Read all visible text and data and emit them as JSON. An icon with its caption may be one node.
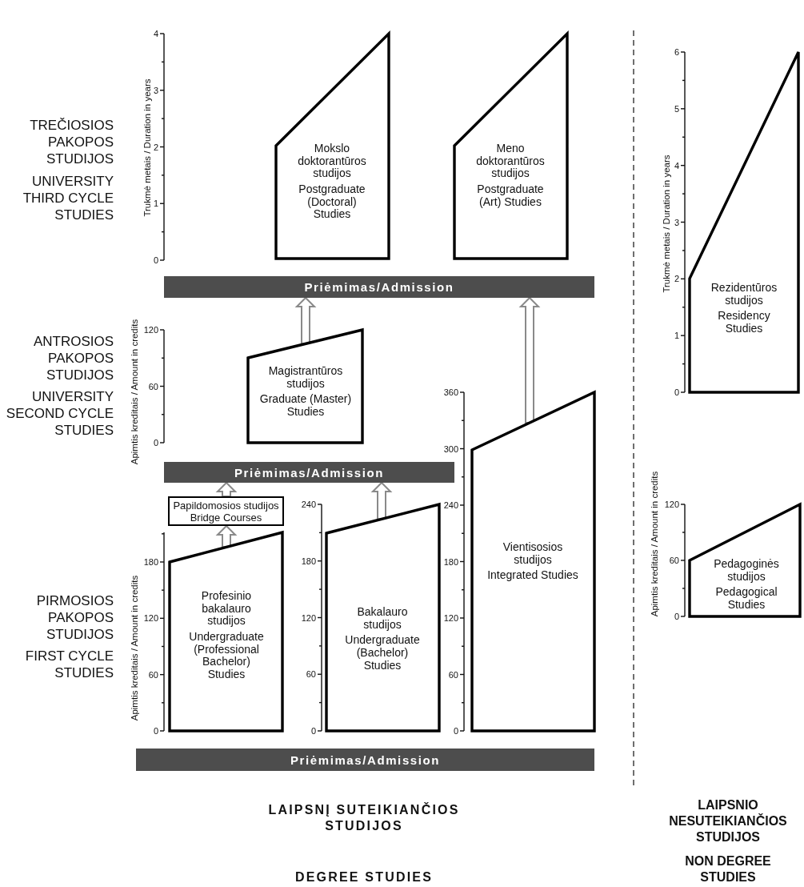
{
  "diagram": {
    "nodes": [
      {
        "text": [
          "Mokslo doktorantūros studijos",
          "Postgraduate (Doctoral) Studies"
        ]
      },
      {
        "text": [
          "Meno doktorantūros studijos",
          "Postgraduate (Art) Studies"
        ]
      },
      {
        "text": [
          "Rezidentūros studijos",
          "Residency Studies"
        ]
      },
      {
        "text": [
          "Priėmimas/Admission"
        ]
      },
      {
        "text": [
          "Magistrantūros studijos",
          "Graduate (Master) Studies"
        ]
      },
      {
        "text": [
          "Vientisosios studijos",
          "Integrated Studies"
        ]
      },
      {
        "text": [
          "Priėmimas/Admission"
        ]
      },
      {
        "text": [
          "Papildomosios studijos",
          "Bridge Courses"
        ]
      },
      {
        "text": [
          "Pedagoginės studijos",
          "Pedagogical Studies"
        ]
      },
      {
        "text": [
          "Profesinio bakalauro studijos",
          "Undergraduate (Professional Bachelor) Studies"
        ]
      },
      {
        "text": [
          "Bakalauro studijos",
          "Undergraduate (Bachelor) Studies"
        ]
      },
      {
        "text": [
          "Priėmimas/Admission"
        ]
      }
    ],
    "edges": [
      {
        "from": 4,
        "to": 3,
        "arrow": "to"
      },
      {
        "from": 5,
        "to": 3,
        "arrow": "to"
      },
      {
        "from": 7,
        "to": 6,
        "arrow": "to"
      },
      {
        "from": 9,
        "to": 7,
        "arrow": "to"
      },
      {
        "from": 10,
        "to": 6,
        "arrow": "to"
      }
    ],
    "labels": [
      "TREČIOSIOS PAKOPOS STUDIJOS",
      "UNIVERSITY THIRD CYCLE STUDIES",
      "Trukmė metais / Duration in years",
      "4",
      "3",
      "2",
      "1",
      "0",
      "Trukmė metais / Duration in years",
      "6",
      "5",
      "4",
      "3",
      "2",
      "1",
      "0",
      "ANTROSIOS PAKOPOS STUDIJOS",
      "UNIVERSITY SECOND CYCLE STUDIES",
      "Apimtis kreditais / Amount in credits",
      "120",
      "60",
      "0",
      "360",
      "300",
      "240",
      "180",
      "120",
      "60",
      "0",
      "Apimtis kreditais / Amount in credits",
      "120",
      "60",
      "0",
      "240",
      "180",
      "120",
      "60",
      "0",
      "PIRMOSIOS PAKOPOS STUDIJOS",
      "FIRST CYCLE STUDIES",
      "Apimtis kreditais / Amount in credits",
      "180",
      "120",
      "60",
      "0",
      "LAIPSNĮ SUTEIKIANČIOS STUDIJOS",
      "DEGREE STUDIES",
      "LAIPSNIO NESUTEIKIANČIOS STUDIJOS",
      "NON DEGREE STUDIES"
    ]
  }
}
